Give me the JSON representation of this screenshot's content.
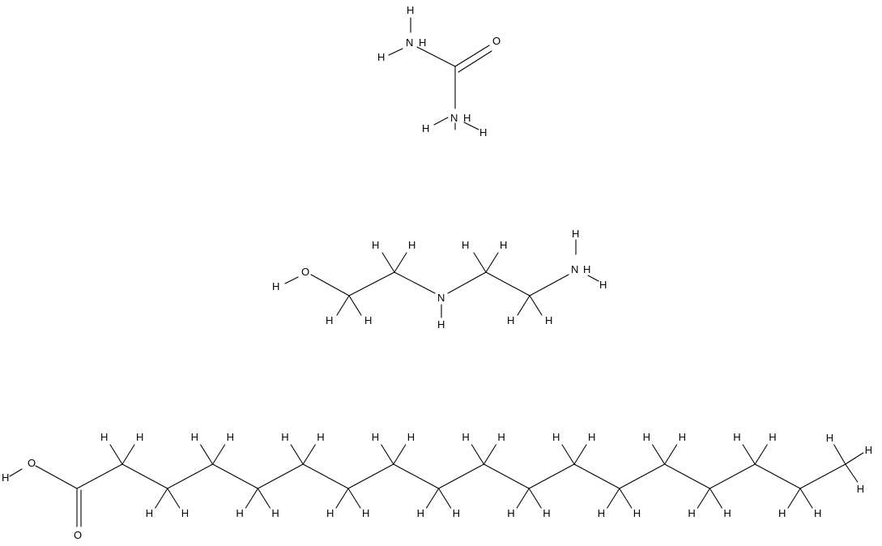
{
  "molecules": [
    {
      "atoms": [
        {
          "id": "h1",
          "label": "H"
        },
        {
          "id": "n1",
          "label": "N"
        },
        {
          "id": "h2",
          "label": "H"
        },
        {
          "id": "o1",
          "label": "O"
        },
        {
          "id": "n2",
          "label": "N"
        },
        {
          "id": "h3",
          "label": "H"
        },
        {
          "id": "h4",
          "label": "H"
        }
      ]
    },
    {
      "atoms": [
        {
          "id": "h5",
          "label": "H"
        },
        {
          "id": "o2",
          "label": "O"
        },
        {
          "id": "h6",
          "label": "H"
        },
        {
          "id": "h7",
          "label": "H"
        },
        {
          "id": "h8",
          "label": "H"
        },
        {
          "id": "h9",
          "label": "H"
        },
        {
          "id": "n3",
          "label": "N"
        },
        {
          "id": "h10",
          "label": "H"
        },
        {
          "id": "h11",
          "label": "H"
        },
        {
          "id": "h12",
          "label": "H"
        },
        {
          "id": "h13",
          "label": "H"
        },
        {
          "id": "h14",
          "label": "H"
        },
        {
          "id": "h15",
          "label": "H"
        },
        {
          "id": "n4",
          "label": "N"
        },
        {
          "id": "h16",
          "label": "H"
        }
      ]
    },
    {
      "acid_atoms": [
        {
          "id": "h_acid",
          "label": "H"
        },
        {
          "id": "o_acid",
          "label": "O"
        },
        {
          "id": "o_carbonyl",
          "label": "O"
        }
      ],
      "chain_h_label": "H"
    }
  ]
}
